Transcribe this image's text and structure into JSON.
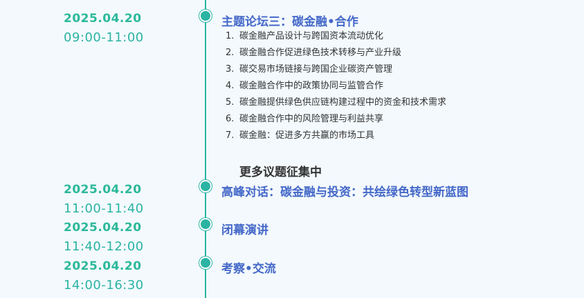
{
  "sessions": [
    {
      "date": "2025.04.20",
      "time": "09:00-11:00",
      "title": "主题论坛三：碳金融•合作",
      "items": [
        {
          "num": "1.",
          "text": "碳金融产品设计与跨国资本流动优化"
        },
        {
          "num": "2.",
          "text": "碳金融合作促进绿色技术转移与产业升级"
        },
        {
          "num": "3.",
          "text": "碳交易市场链接与跨国企业碳资产管理"
        },
        {
          "num": "4.",
          "text": "碳金融合作中的政策协同与监管合作"
        },
        {
          "num": "5.",
          "text": "碳金融提供绿色供应链构建过程中的资金和技术需求"
        },
        {
          "num": "6.",
          "text": "碳金融合作中的风险管理与利益共享"
        },
        {
          "num": "7.",
          "text": "碳金融：促进多方共赢的市场工具"
        }
      ]
    },
    {
      "date": "2025.04.20",
      "time": "11:00-11:40",
      "title": "高峰对话：碳金融与投资：共绘绿色转型新蓝图"
    },
    {
      "date": "2025.04.20",
      "time": "11:40-12:00",
      "title": "闭幕演讲"
    },
    {
      "date": "2025.04.20",
      "time": "14:00-16:30",
      "title": "考察•交流"
    }
  ],
  "more_topics": "更多议题征集中"
}
